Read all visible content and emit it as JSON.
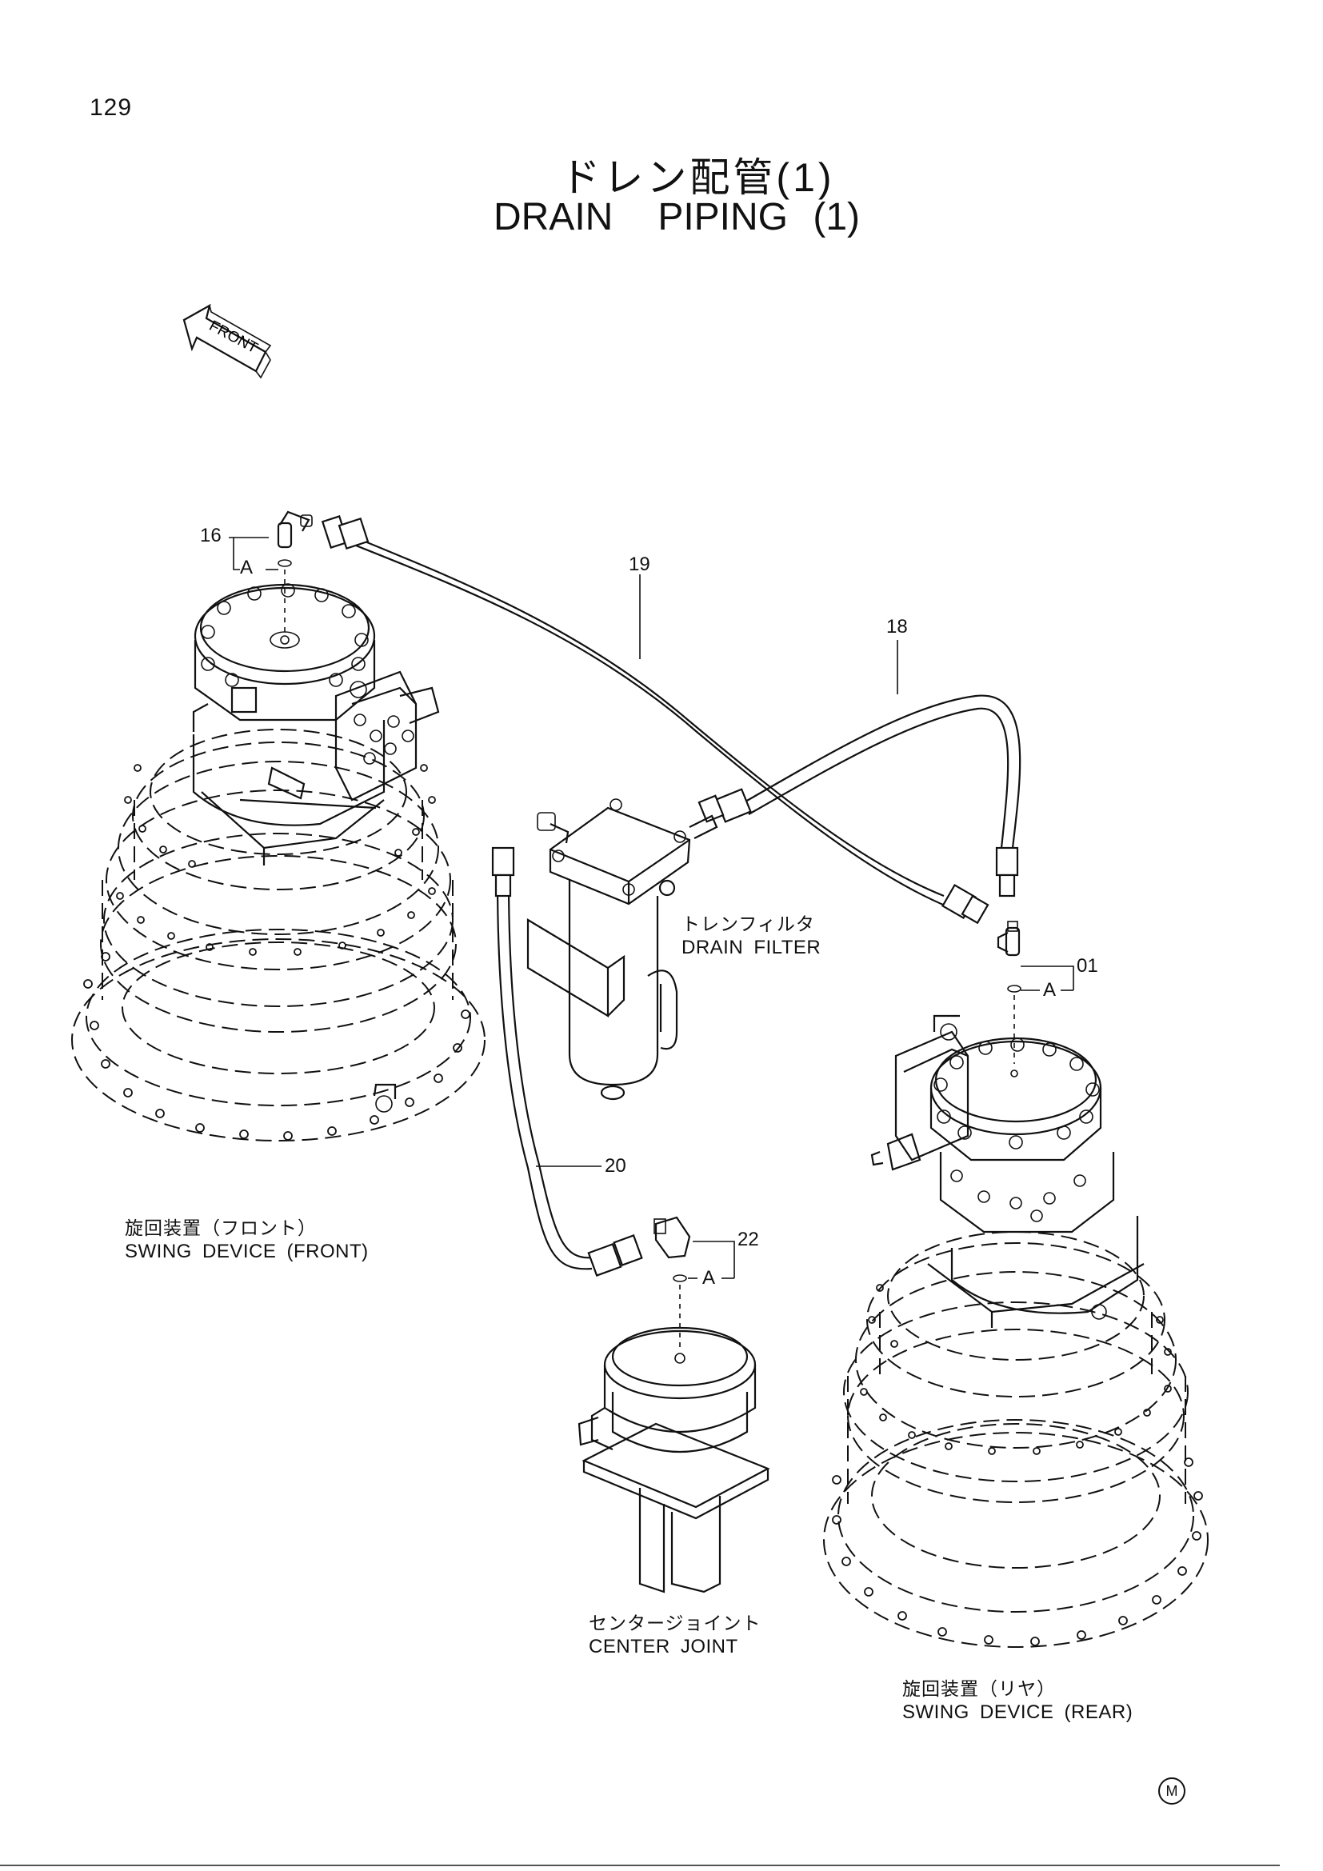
{
  "page": {
    "number": "129",
    "title_jp": "ドレン配管(1)",
    "title_en_word1": "DRAIN",
    "title_en_word2": "PIPING (1)"
  },
  "orientation": {
    "arrow_label": "FRONT"
  },
  "callouts": {
    "item_16": "16",
    "item_19": "19",
    "item_18": "18",
    "item_01": "01",
    "item_20": "20",
    "item_22": "22",
    "detail_a_front": "A",
    "detail_a_rear": "A",
    "detail_a_center": "A"
  },
  "components": {
    "drain_filter": {
      "jp": "トレンフィルタ",
      "en": "DRAIN FILTER"
    },
    "swing_front": {
      "jp": "旋回装置（フロント）",
      "en": "SWING DEVICE (FRONT)"
    },
    "center_joint": {
      "jp": "センタージョイント",
      "en": "CENTER JOINT"
    },
    "swing_rear": {
      "jp": "旋回装置（リヤ）",
      "en": "SWING DEVICE (REAR)"
    }
  },
  "footer": {
    "mark": "M"
  }
}
